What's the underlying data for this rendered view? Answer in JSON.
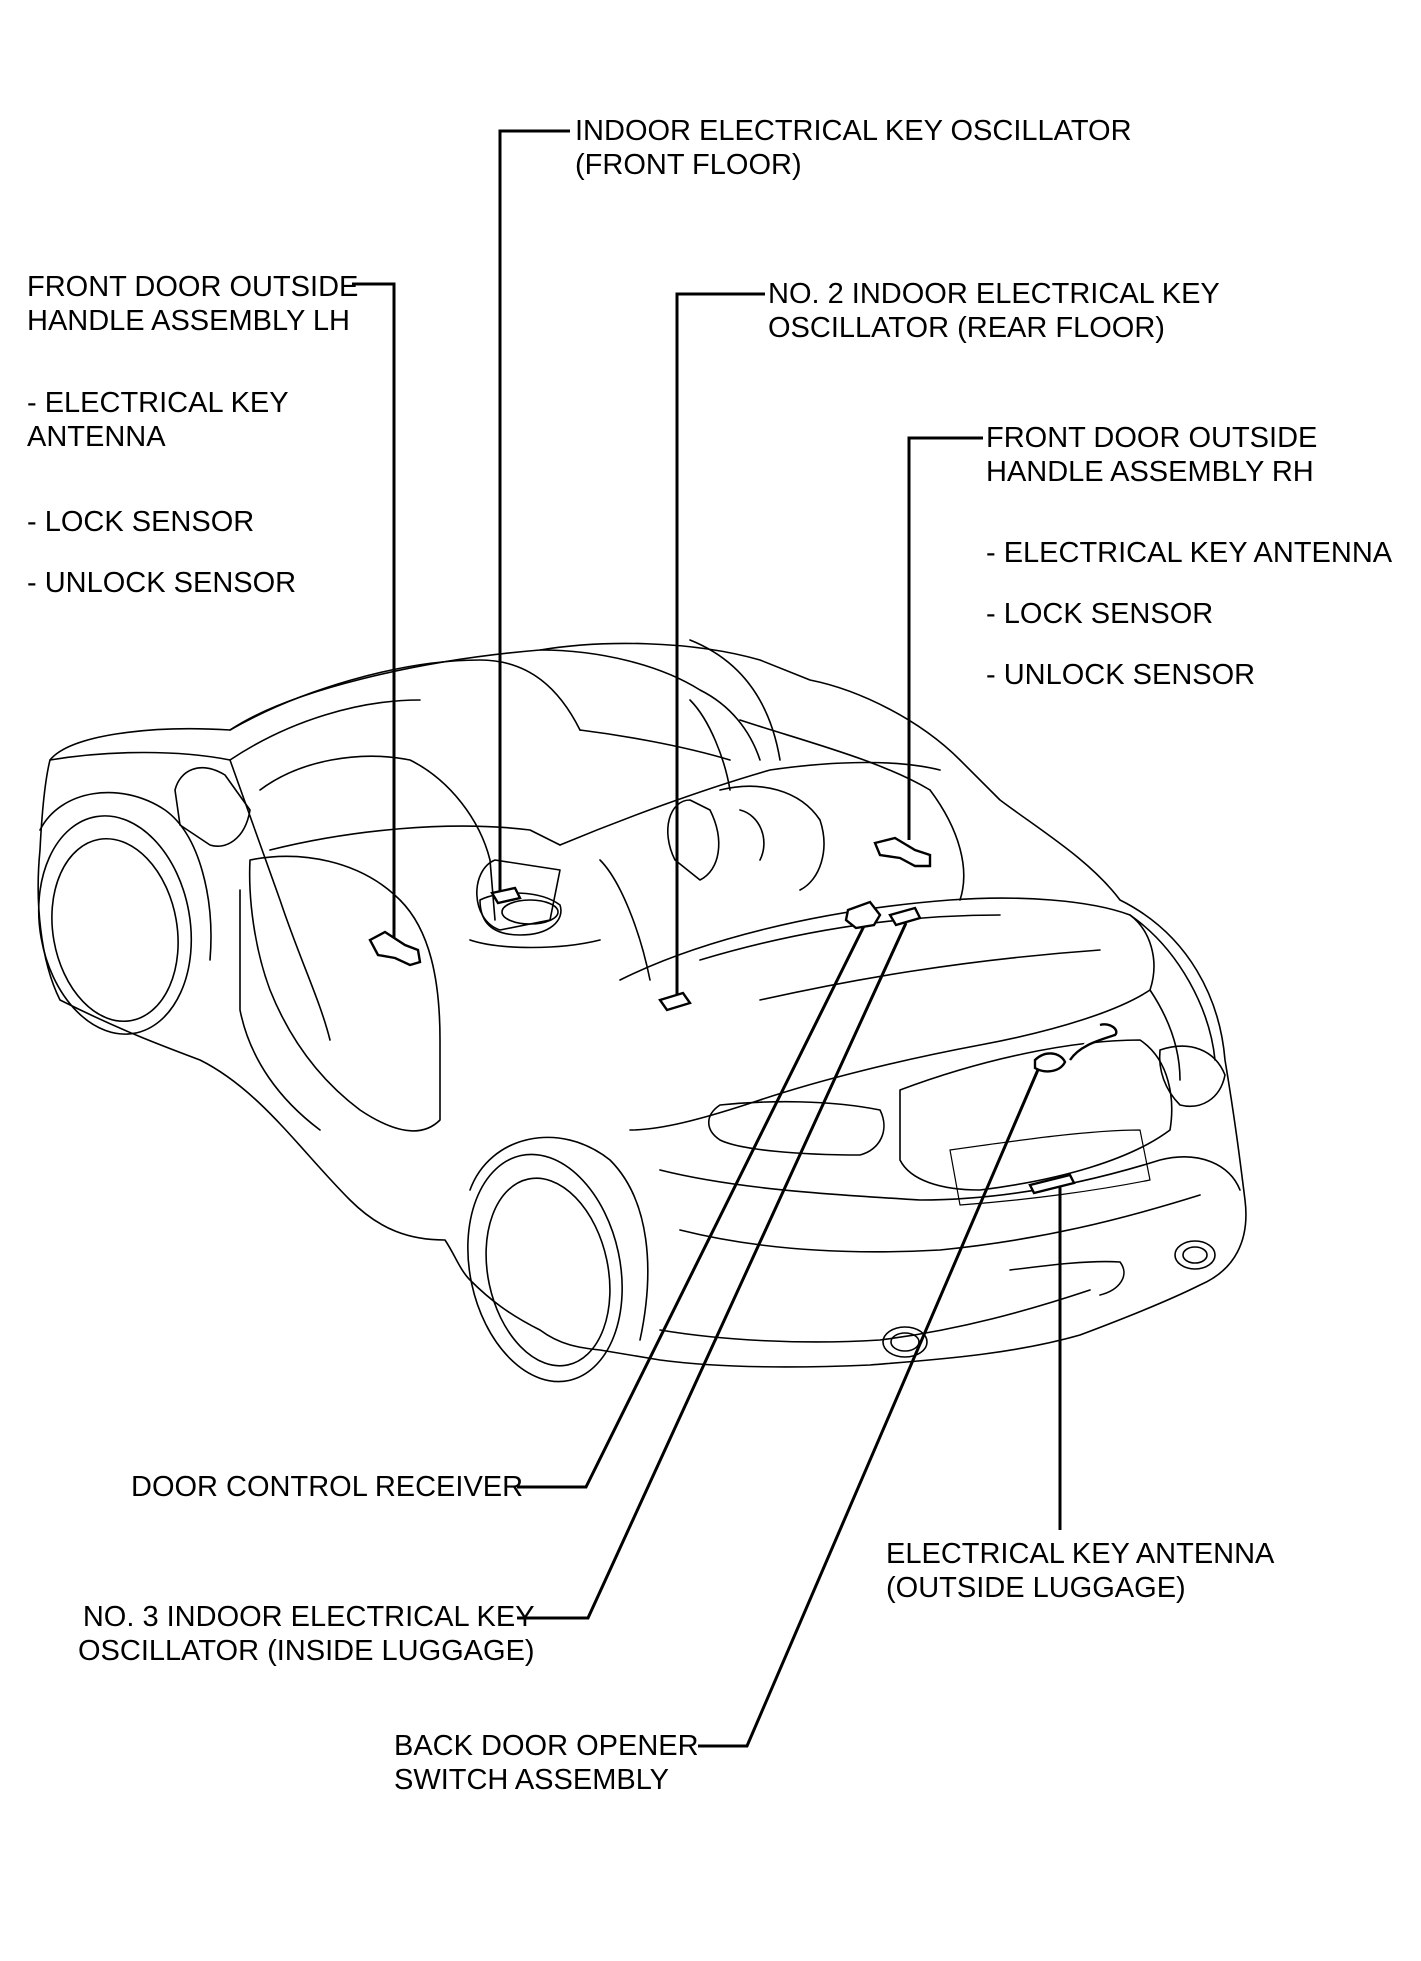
{
  "labels": {
    "front_floor_osc": {
      "line1": "INDOOR ELECTRICAL KEY OSCILLATOR",
      "line2": "(FRONT FLOOR)"
    },
    "rear_floor_osc": {
      "line1": "NO. 2 INDOOR ELECTRICAL KEY",
      "line2": "OSCILLATOR (REAR FLOOR)"
    },
    "handle_lh": {
      "line1": "FRONT DOOR OUTSIDE",
      "line2": "HANDLE ASSEMBLY LH",
      "sub1a": "- ELECTRICAL KEY",
      "sub1b": "ANTENNA",
      "sub2": "- LOCK SENSOR",
      "sub3": "- UNLOCK SENSOR"
    },
    "handle_rh": {
      "line1": "FRONT DOOR OUTSIDE",
      "line2": "HANDLE ASSEMBLY RH",
      "sub1": "- ELECTRICAL KEY ANTENNA",
      "sub2": "- LOCK SENSOR",
      "sub3": "- UNLOCK SENSOR"
    },
    "door_control_receiver": {
      "line1": "DOOR CONTROL RECEIVER"
    },
    "luggage_osc": {
      "line1": "NO. 3 INDOOR ELECTRICAL KEY",
      "line2": "OSCILLATOR (INSIDE LUGGAGE)"
    },
    "outside_luggage_antenna": {
      "line1": "ELECTRICAL KEY ANTENNA",
      "line2": "(OUTSIDE LUGGAGE)"
    },
    "back_door_opener": {
      "line1": "BACK DOOR OPENER",
      "line2": "SWITCH ASSEMBLY"
    }
  }
}
